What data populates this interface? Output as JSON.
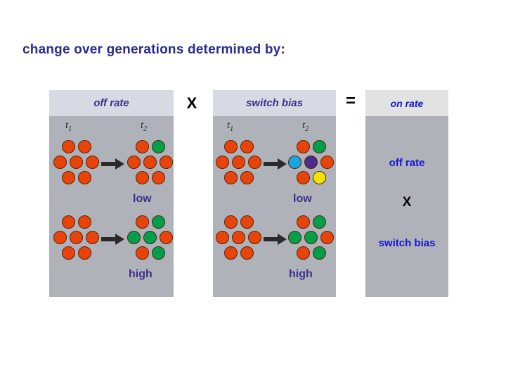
{
  "slide": {
    "title": "change over generations determined by:",
    "background": "#ffffff"
  },
  "colors": {
    "title_blue": "#2B2B8F",
    "header_bg": "#D8DAE3",
    "header_bg_pale": "#E2E2E2",
    "panel_bg": "#AFB2B8",
    "label_purple": "#3B2F8F",
    "label_blue": "#1616D8",
    "cell_orange": "#E8440A",
    "cell_green": "#00A04B",
    "cell_cyan": "#16A6E0",
    "cell_purple": "#4A2C8F",
    "cell_yellow": "#F2E400",
    "cell_outline": "#5A2408",
    "arrow_black": "#2A2A2A"
  },
  "operators": {
    "times": "X",
    "equals": "=",
    "times_right": "X"
  },
  "panels": [
    {
      "id": "off-rate",
      "header": "off rate",
      "rows": [
        {
          "id": "low",
          "caption": "low",
          "time_labels": {
            "before": "t",
            "before_sub": "1",
            "after": "t",
            "after_sub": "2"
          },
          "before_cells": [
            "orange",
            "orange",
            "orange",
            "orange",
            "orange",
            "orange",
            "orange"
          ],
          "after_cells": [
            "orange",
            "green",
            "orange",
            "orange",
            "orange",
            "orange",
            "orange"
          ]
        },
        {
          "id": "high",
          "caption": "high",
          "time_labels": null,
          "before_cells": [
            "orange",
            "orange",
            "orange",
            "orange",
            "orange",
            "orange",
            "orange"
          ],
          "after_cells": [
            "orange",
            "green",
            "green",
            "green",
            "orange",
            "orange",
            "green"
          ]
        }
      ]
    },
    {
      "id": "switch-bias",
      "header": "switch bias",
      "rows": [
        {
          "id": "low",
          "caption": "low",
          "time_labels": {
            "before": "t",
            "before_sub": "1",
            "after": "t",
            "after_sub": "2"
          },
          "before_cells": [
            "orange",
            "orange",
            "orange",
            "orange",
            "orange",
            "orange",
            "orange"
          ],
          "after_cells": [
            "orange",
            "green",
            "cyan",
            "purple",
            "orange",
            "orange",
            "yellow"
          ]
        },
        {
          "id": "high",
          "caption": "high",
          "time_labels": null,
          "before_cells": [
            "orange",
            "orange",
            "orange",
            "orange",
            "orange",
            "orange",
            "orange"
          ],
          "after_cells": [
            "orange",
            "green",
            "green",
            "green",
            "orange",
            "orange",
            "green"
          ]
        }
      ]
    }
  ],
  "result_panel": {
    "header": "on rate",
    "lines": [
      {
        "text": "off rate",
        "kind": "term"
      },
      {
        "text": "X",
        "kind": "op"
      },
      {
        "text": "switch bias",
        "kind": "term"
      }
    ]
  }
}
